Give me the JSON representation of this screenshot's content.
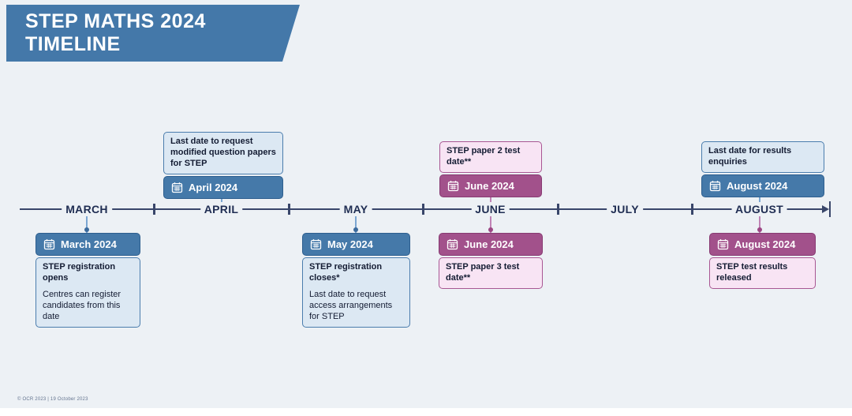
{
  "header": {
    "title": "STEP MATHS 2024 TIMELINE"
  },
  "timeline": {
    "months": [
      "MARCH",
      "APRIL",
      "MAY",
      "JUNE",
      "JULY",
      "AUGUST"
    ]
  },
  "events": [
    {
      "id": "march",
      "side": "below",
      "theme": "blue",
      "date_label": "March 2024",
      "title": "STEP registration opens",
      "description": "Centres can register candidates from this date"
    },
    {
      "id": "april",
      "side": "above",
      "theme": "blue",
      "date_label": "April 2024",
      "title": "Last date to request modified question papers for STEP"
    },
    {
      "id": "may",
      "side": "below",
      "theme": "blue",
      "date_label": "May 2024",
      "title": "STEP registration closes*",
      "description": "Last date to request access arrangements for STEP"
    },
    {
      "id": "june-above",
      "side": "above",
      "theme": "pink",
      "date_label": "June 2024",
      "title": "STEP paper 2 test date**"
    },
    {
      "id": "june-below",
      "side": "below",
      "theme": "pink",
      "date_label": "June 2024",
      "title": "STEP paper 3 test date**"
    },
    {
      "id": "august-above",
      "side": "above",
      "theme": "blue",
      "date_label": "August 2024",
      "title": "Last date for results enquiries"
    },
    {
      "id": "august-below",
      "side": "below",
      "theme": "pink",
      "date_label": "August 2024",
      "title": "STEP test results released"
    }
  ],
  "icons": {
    "date_box_icon": "calendar-icon"
  },
  "colors": {
    "banner_blue": "#4478a9",
    "event_blue": "#4579a9",
    "event_blue_border": "#2d5e8e",
    "event_blue_light": "#dce8f3",
    "event_pink": "#a2518b",
    "event_pink_border": "#873a72",
    "event_pink_light": "#f8e4f4",
    "timeline_line": "#39466a",
    "background": "#edf1f5"
  },
  "footer": {
    "copyright": "© OCR 2023 | 19 October 2023"
  }
}
